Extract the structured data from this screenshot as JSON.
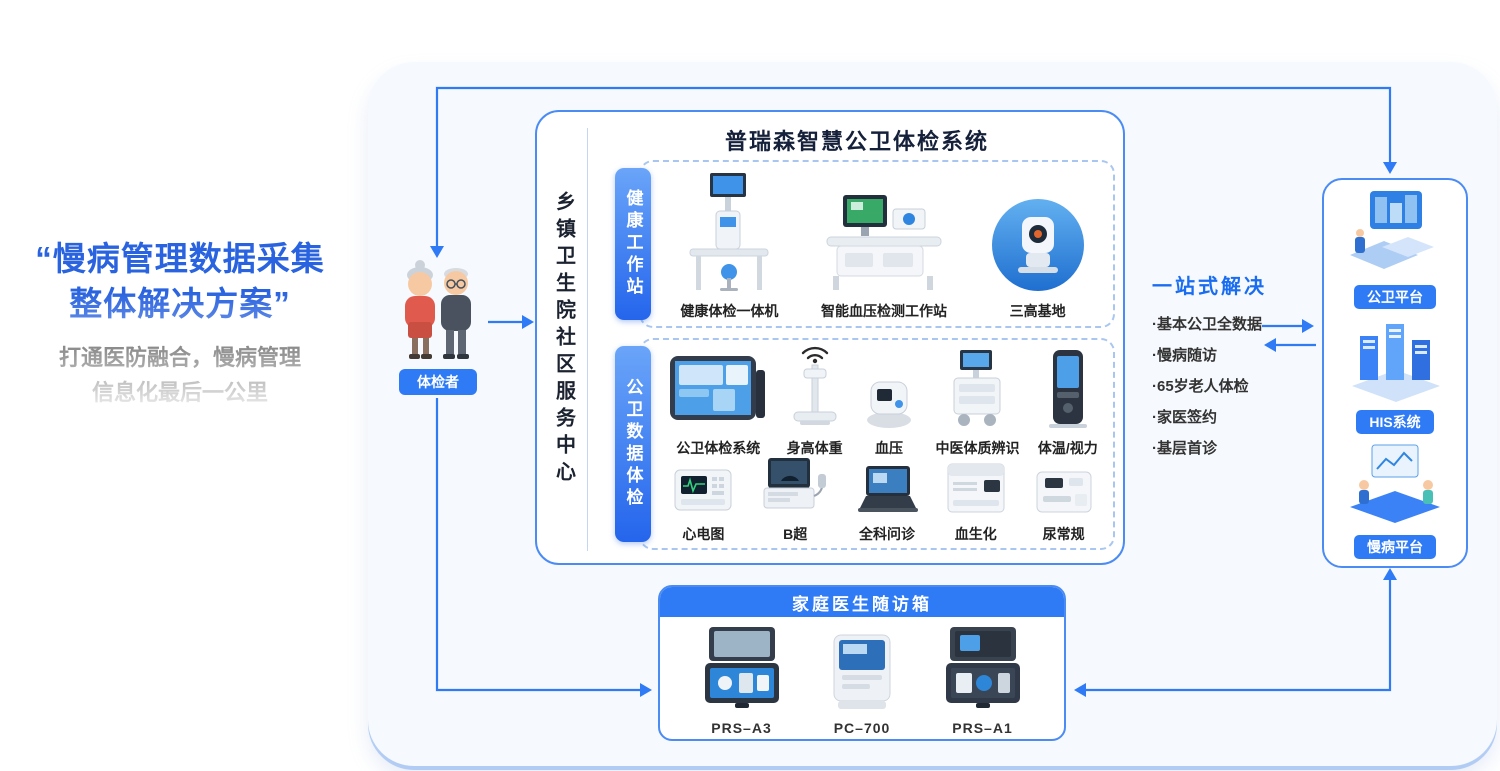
{
  "colors": {
    "accent": "#2f7bf6",
    "panel_border": "#4b8bf4",
    "headline_blue": "#2a63df",
    "text_dark": "#333333"
  },
  "left_title": {
    "line1": "“慢病管理数据采集",
    "line2": "整体解决方案”",
    "sub1": "打通医防融合，慢病管理",
    "sub2": "信息化最后一公里"
  },
  "examinee": {
    "label": "体检者",
    "icon": "elderly-couple-icon"
  },
  "center": {
    "vertical_label": "乡镇卫生院社区服务中心",
    "title": "普瑞森智慧公卫体检系统",
    "sections": [
      {
        "label": "健康工作站",
        "items": [
          {
            "name": "健康体检一体机",
            "icon": "health-kiosk-icon"
          },
          {
            "name": "智能血压检测工作站",
            "icon": "bp-workstation-icon"
          },
          {
            "name": "三高基地",
            "icon": "sangao-base-icon"
          }
        ]
      },
      {
        "label": "公卫数据体检",
        "rows": [
          [
            {
              "name": "公卫体检系统",
              "icon": "tablet-system-icon"
            },
            {
              "name": "身高体重",
              "icon": "height-weight-icon"
            },
            {
              "name": "血压",
              "icon": "bp-monitor-icon"
            },
            {
              "name": "中医体质辨识",
              "icon": "tcm-cart-icon"
            },
            {
              "name": "体温/视力",
              "icon": "temp-vision-icon"
            }
          ],
          [
            {
              "name": "心电图",
              "icon": "ecg-icon"
            },
            {
              "name": "B超",
              "icon": "ultrasound-icon"
            },
            {
              "name": "全科问诊",
              "icon": "laptop-consult-icon"
            },
            {
              "name": "血生化",
              "icon": "biochem-analyzer-icon"
            },
            {
              "name": "尿常规",
              "icon": "urine-analyzer-icon"
            }
          ]
        ]
      }
    ]
  },
  "onestop": {
    "title": "一站式解决",
    "items": [
      "·基本公卫全数据",
      "·慢病随访",
      "·65岁老人体检",
      "·家医签约",
      "·基层首诊"
    ]
  },
  "right_panel": {
    "items": [
      {
        "label": "公卫平台",
        "icon": "public-health-platform-icon"
      },
      {
        "label": "HIS系统",
        "icon": "his-system-icon"
      },
      {
        "label": "慢病平台",
        "icon": "chronic-platform-icon"
      }
    ]
  },
  "bottom_panel": {
    "title": "家庭医生随访箱",
    "devices": [
      {
        "name": "PRS–A3",
        "icon": "case-a3-icon"
      },
      {
        "name": "PC–700",
        "icon": "pc700-icon"
      },
      {
        "name": "PRS–A1",
        "icon": "case-a1-icon"
      }
    ]
  }
}
